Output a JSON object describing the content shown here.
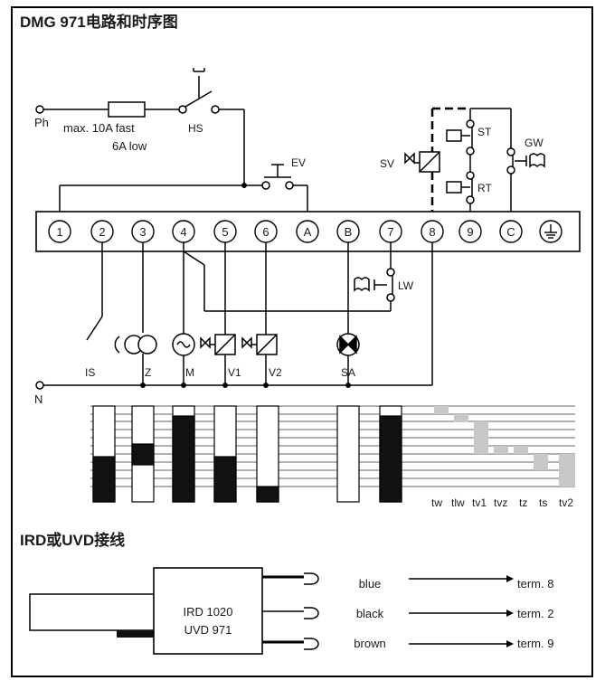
{
  "diagram": {
    "title": "DMG 971电路和时序图",
    "section2_title": "IRD或UVD接线",
    "supply": {
      "phase": "Ph",
      "neutral": "N",
      "fuse_line1": "max. 10A fast",
      "fuse_line2": "6A low",
      "main_switch": "HS",
      "ev_switch": "EV"
    },
    "terminals": [
      "1",
      "2",
      "3",
      "4",
      "5",
      "6",
      "A",
      "B",
      "7",
      "8",
      "9",
      "C"
    ],
    "components": {
      "ignition": "IS",
      "transformer": "Z",
      "motor": "M",
      "valve1": "V1",
      "valve2": "V2",
      "alarm": "SA",
      "air_switch": "LW",
      "solenoid": "SV",
      "thermostat1": "ST",
      "thermostat2": "RT",
      "gas_switch": "GW"
    },
    "timing_labels": [
      "tw",
      "tlw",
      "tv1",
      "tvz",
      "tz",
      "ts",
      "tv2"
    ],
    "sensor": {
      "line1": "IRD 1020",
      "line2": "UVD 971",
      "wires": [
        {
          "color": "blue",
          "terminal": "term. 8"
        },
        {
          "color": "black",
          "terminal": "term. 2"
        },
        {
          "color": "brown",
          "terminal": "term. 9"
        }
      ]
    }
  }
}
